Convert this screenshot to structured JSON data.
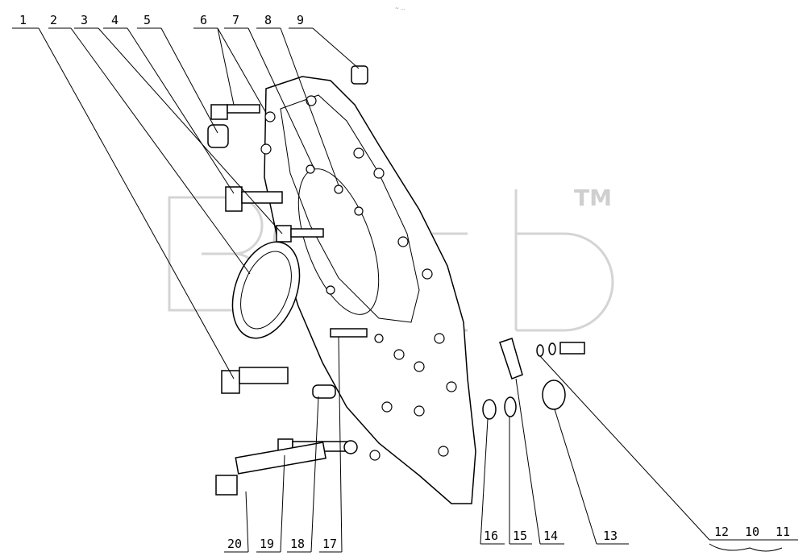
{
  "watermark": {
    "tm": "TM"
  },
  "header_mark": "~ ...",
  "callouts": {
    "top": [
      {
        "id": "1",
        "label": "1"
      },
      {
        "id": "2",
        "label": "2"
      },
      {
        "id": "3",
        "label": "3"
      },
      {
        "id": "4",
        "label": "4"
      },
      {
        "id": "5",
        "label": "5"
      },
      {
        "id": "6",
        "label": "6"
      },
      {
        "id": "7",
        "label": "7"
      },
      {
        "id": "8",
        "label": "8"
      },
      {
        "id": "9",
        "label": "9"
      }
    ],
    "bottom": [
      {
        "id": "20",
        "label": "20"
      },
      {
        "id": "19",
        "label": "19"
      },
      {
        "id": "18",
        "label": "18"
      },
      {
        "id": "17",
        "label": "17"
      },
      {
        "id": "16",
        "label": "16"
      },
      {
        "id": "15",
        "label": "15"
      },
      {
        "id": "14",
        "label": "14"
      },
      {
        "id": "13",
        "label": "13"
      },
      {
        "id": "12",
        "label": "12"
      },
      {
        "id": "10",
        "label": "10"
      },
      {
        "id": "11",
        "label": "11"
      }
    ]
  }
}
